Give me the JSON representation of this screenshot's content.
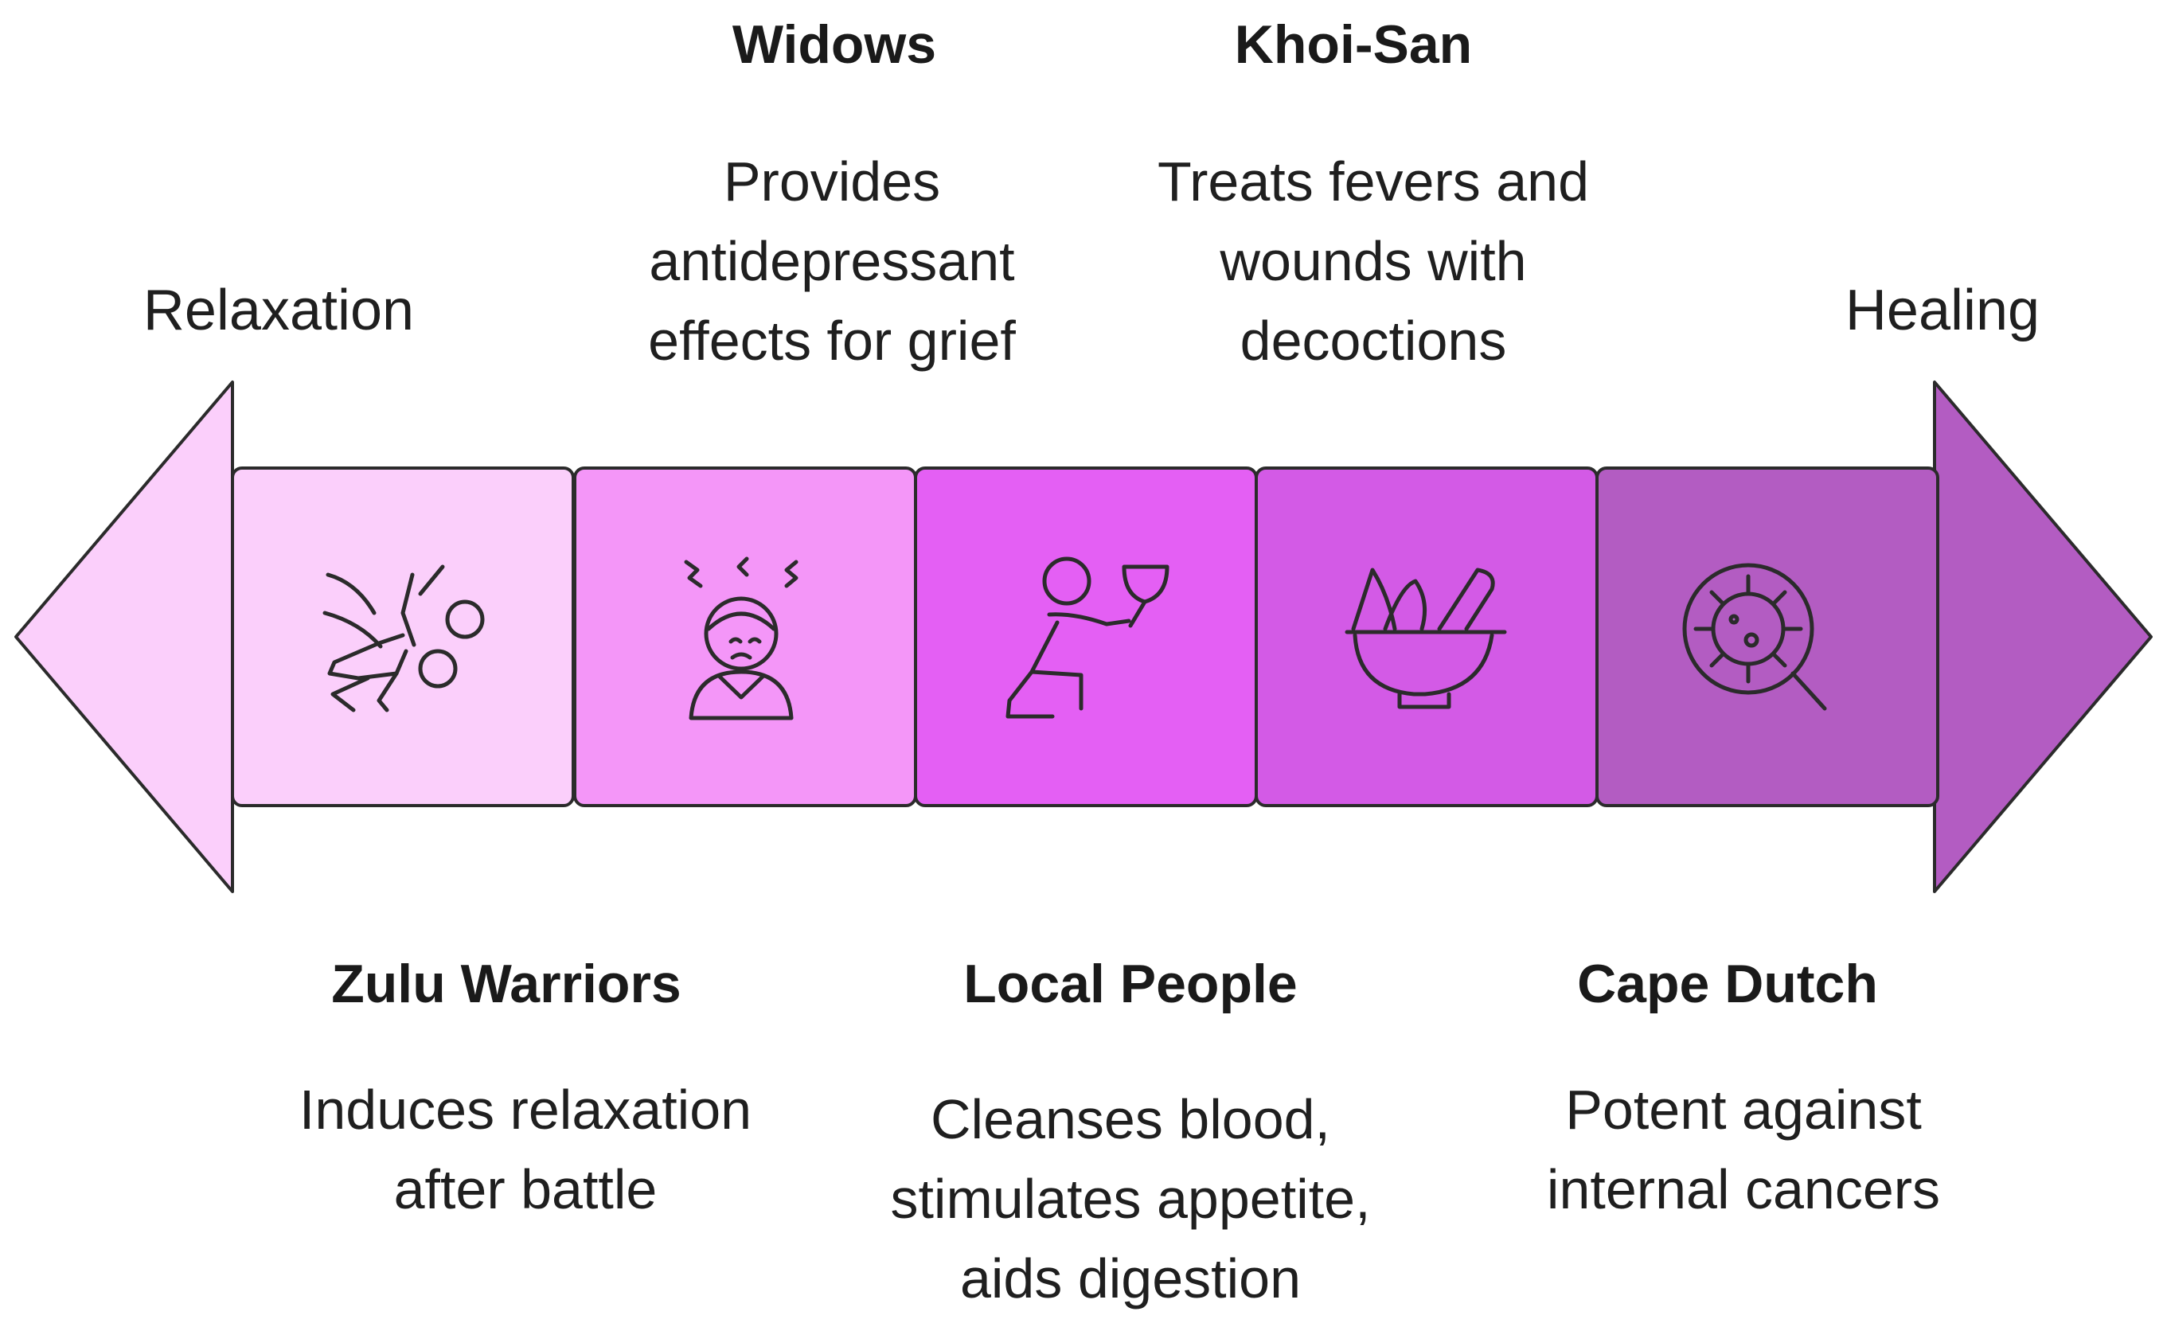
{
  "ends": {
    "left": "Relaxation",
    "right": "Healing"
  },
  "colors": {
    "left_arrow": "#FBCFFB",
    "right_arrow": "#B35CC2",
    "stroke": "#2b2b2b",
    "segments": [
      "#FBCFFB",
      "#F496F8",
      "#E45FF4",
      "#D35AE6",
      "#B35CC2"
    ]
  },
  "segments": [
    {
      "icon": "warrior-icon",
      "title": "Zulu Warriors",
      "desc": "Induces relaxation after battle",
      "label_position": "below"
    },
    {
      "icon": "grieving-person-icon",
      "title": "Widows",
      "desc": "Provides antidepressant effects for grief",
      "label_position": "above"
    },
    {
      "icon": "drinking-person-icon",
      "title": "Local People",
      "desc": "Cleanses blood, stimulates appetite, aids digestion",
      "label_position": "below"
    },
    {
      "icon": "herb-bowl-icon",
      "title": "Khoi-San",
      "desc": "Treats fevers and wounds with decoctions",
      "label_position": "above"
    },
    {
      "icon": "virus-magnifier-icon",
      "title": "Cape Dutch",
      "desc": "Potent against internal cancers",
      "label_position": "below"
    }
  ]
}
